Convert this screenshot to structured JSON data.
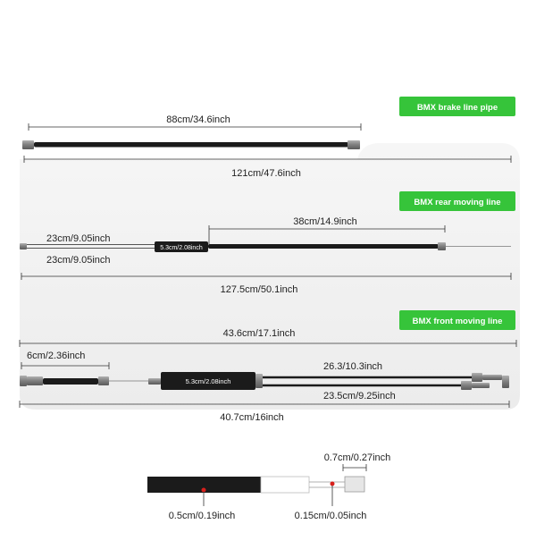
{
  "sections": {
    "brake": {
      "badge": "BMX brake line pipe",
      "length_top": "88cm/34.6inch",
      "length_bottom": "121cm/47.6inch"
    },
    "rear": {
      "badge": "BMX rear moving line",
      "branch_upper": "23cm/9.05inch",
      "branch_lower": "23cm/9.05inch",
      "splitter_label": "5.3cm/2.08inch",
      "right_length": "38cm/14.9inch",
      "total_length": "127.5cm/50.1inch"
    },
    "front": {
      "badge": "BMX front moving line",
      "total_top": "43.6cm/17.1inch",
      "left_segment": "6cm/2.36inch",
      "splitter_label": "5.3cm/2.08inch",
      "branch_upper": "26.3/10.3inch",
      "branch_lower": "23.5cm/9.25inch",
      "total_bottom": "40.7cm/16inch"
    },
    "detail": {
      "tip_length": "0.7cm/0.27inch",
      "tube_diameter": "0.5cm/0.19inch",
      "wire_diameter": "0.15cm/0.05inch"
    }
  },
  "colors": {
    "badge_green": "#36c43a",
    "badge_text": "#ffffff",
    "cable": "#1b1b1b",
    "connector": "#8a8a8a",
    "marker": "#d8201c",
    "text": "#222222"
  }
}
